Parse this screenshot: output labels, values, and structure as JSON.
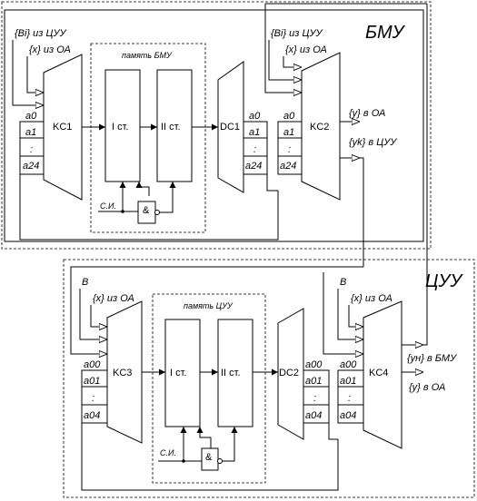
{
  "bmu": {
    "title": "БМУ",
    "in_b": "{Bi} из ЦУУ",
    "in_x": "{x} из ОА",
    "in_b2": "{Bi} из ЦУУ",
    "in_x2": "{x} из ОА",
    "memory_title": "память БМУ",
    "ks1": "KC1",
    "ks2": "KC2",
    "dc1": "DC1",
    "st1": "I ст.",
    "st2": "II ст.",
    "si": "С.И.",
    "and": "&",
    "out_y": "{y} в ОА",
    "out_yk": "{yk} в ЦУУ",
    "addr1": [
      "a0",
      "a1",
      ":",
      "a24"
    ],
    "addr2": [
      "a0",
      "a1",
      ":",
      "a24"
    ],
    "addr3": [
      "a0",
      "a1",
      ":",
      "a24"
    ]
  },
  "cuu": {
    "title": "ЦУУ",
    "in_b": "B",
    "in_x": "{x} из ОА",
    "in_b2": "B",
    "in_x2": "{x} из ОА",
    "memory_title": "память ЦУУ",
    "ks3": "KC3",
    "ks4": "KC4",
    "dc2": "DC2",
    "st1": "I ст.",
    "st2": "II ст.",
    "si": "С.И.",
    "and": "&",
    "out_yn": "{yн} в БМУ",
    "out_y": "{y} в ОА",
    "addr1": [
      "a00",
      "a01",
      ":",
      "a04"
    ],
    "addr2": [
      "a00",
      "a01",
      ":",
      "a04"
    ],
    "addr3": [
      "a00",
      "a01",
      ":",
      "a04"
    ]
  }
}
